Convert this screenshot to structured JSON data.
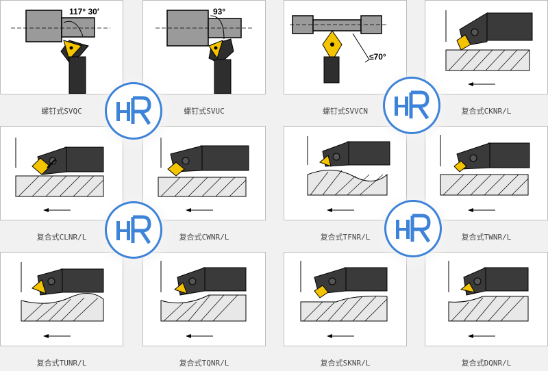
{
  "brand": {
    "logo_text": "HR"
  },
  "angles": {
    "svqc": "117° 30′",
    "svuc": "93°",
    "svvcn": "≤70°"
  },
  "captions": {
    "svqc": "螺钉式SVQC",
    "svuc": "螺钉式SVUC",
    "svvcn": "螺钉式SVVCN",
    "cknr": "复合式CKNR/L",
    "clnr": "复合式CLNR/L",
    "cwnr": "复合式CWNR/L",
    "tfnr": "复合式TFNR/L",
    "twnr": "复合式TWNR/L",
    "tunr": "复合式TUNR/L",
    "tqnr": "复合式TQNR/L",
    "sknr": "复合式SKNR/L",
    "dqnr": "复合式DQNR/L"
  },
  "colors": {
    "insert": "#f5c400",
    "tool": "#3a3a3a",
    "workpiece_fill": "#e8e8e8",
    "logo_blue": "#3d83d8"
  },
  "icons": {
    "watermark": "hr-logo-icon",
    "feed_direction": "arrow-left-icon"
  }
}
